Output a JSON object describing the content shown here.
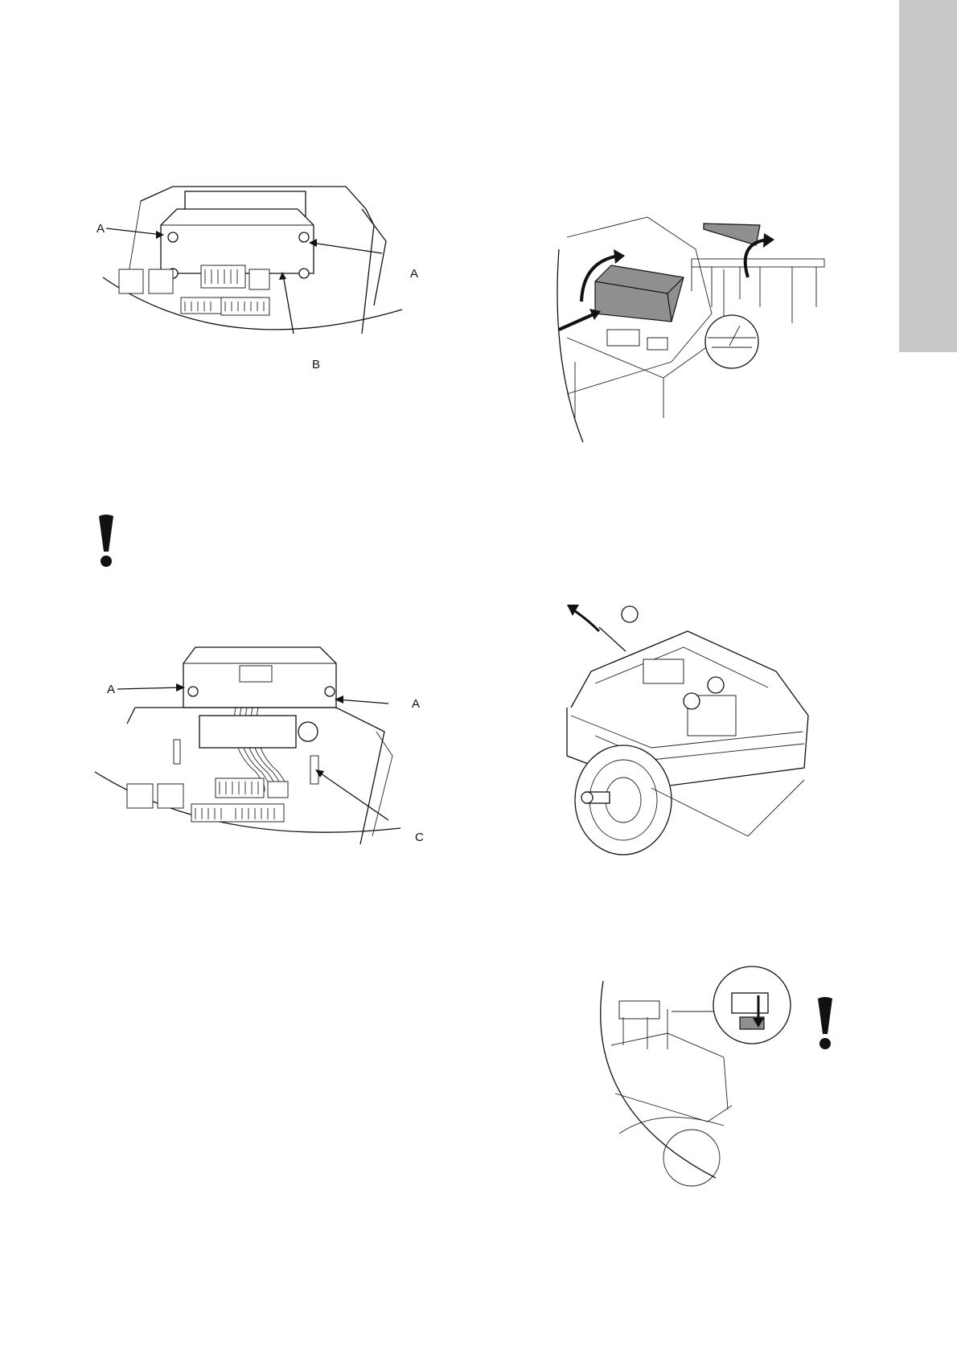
{
  "callouts": {
    "fig1": {
      "a_left": "A",
      "a_right": "A",
      "b": "B"
    },
    "fig4": {
      "a_left": "A",
      "a_right": "A",
      "c": "C"
    }
  },
  "icons": [
    "exclamation-icon",
    "exclamation-icon"
  ],
  "colors": {
    "side_tab": "#c8c8c8",
    "module_fill": "#8f8f8f"
  }
}
